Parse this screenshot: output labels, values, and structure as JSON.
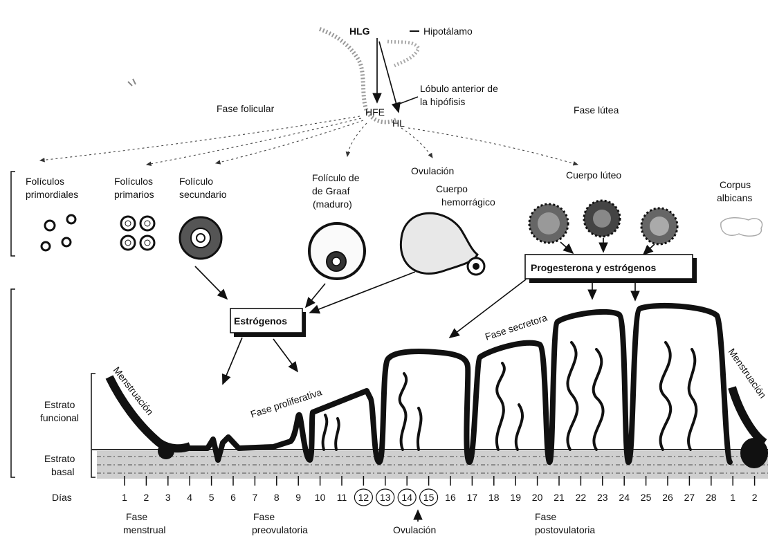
{
  "hypothalamus": {
    "hlg": "HLG",
    "hipotalamo": "Hipotálamo",
    "lobulo_line1": "Lóbulo anterior de",
    "lobulo_line2": "la hipófisis",
    "hfe": "HFE",
    "hl": "HL"
  },
  "phases_top": {
    "folicular": "Fase folicular",
    "lutea": "Fase lútea"
  },
  "follicles": {
    "primordiales": [
      "Folículos",
      "primordiales"
    ],
    "primarios": [
      "Folículos",
      "primarios"
    ],
    "secundario": [
      "Folículo",
      "secundario"
    ],
    "graaf": [
      "Folículo de",
      "de Graaf",
      "(maduro)"
    ],
    "ovulacion": "Ovulación",
    "hemorragico": [
      "Cuerpo",
      "hemorrágico"
    ],
    "luteo": "Cuerpo lúteo",
    "albicans": [
      "Corpus",
      "albicans"
    ]
  },
  "hormones": {
    "estrogenos": "Estrógenos",
    "progesterona": "Progesterona y estrógenos"
  },
  "endometrium": {
    "menstruacion_left": "Menstruación",
    "proliferativa": "Fase proliferativa",
    "secretora": "Fase secretora",
    "menstruacion_right": "Menstruación",
    "estrato_funcional": [
      "Estrato",
      "funcional"
    ],
    "estrato_basal": [
      "Estrato",
      "basal"
    ]
  },
  "days": {
    "label": "Días",
    "values": [
      "1",
      "2",
      "3",
      "4",
      "5",
      "6",
      "7",
      "8",
      "9",
      "10",
      "11",
      "12",
      "13",
      "14",
      "15",
      "16",
      "17",
      "18",
      "19",
      "20",
      "21",
      "22",
      "23",
      "24",
      "25",
      "26",
      "27",
      "28",
      "1",
      "2"
    ],
    "circled": [
      "12",
      "13",
      "14",
      "15"
    ]
  },
  "phases_bottom": {
    "menstrual": [
      "Fase",
      "menstrual"
    ],
    "preovulatoria": [
      "Fase",
      "preovulatoria"
    ],
    "ovulacion": "Ovulación",
    "postovulatoria": [
      "Fase",
      "postovulatoria"
    ]
  }
}
